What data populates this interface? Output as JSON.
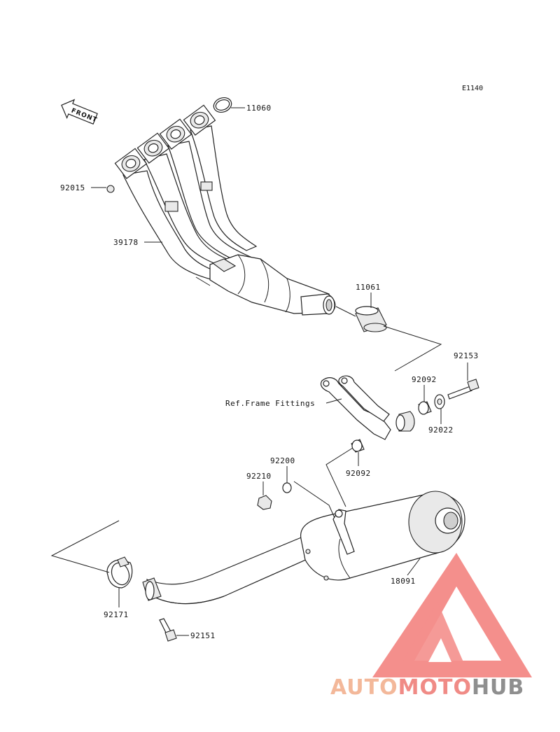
{
  "diagram": {
    "code": "E1140",
    "front_label": "FRONT",
    "ref_label": "Ref.Frame Fittings",
    "parts": [
      {
        "id": "p-11060",
        "number": "11060"
      },
      {
        "id": "p-92015",
        "number": "92015"
      },
      {
        "id": "p-39178",
        "number": "39178"
      },
      {
        "id": "p-11061",
        "number": "11061"
      },
      {
        "id": "p-92153",
        "number": "92153"
      },
      {
        "id": "p-92092a",
        "number": "92092"
      },
      {
        "id": "p-92022",
        "number": "92022"
      },
      {
        "id": "p-92092b",
        "number": "92092"
      },
      {
        "id": "p-92200",
        "number": "92200"
      },
      {
        "id": "p-92210",
        "number": "92210"
      },
      {
        "id": "p-18091",
        "number": "18091"
      },
      {
        "id": "p-92171",
        "number": "92171"
      },
      {
        "id": "p-92151",
        "number": "92151"
      }
    ]
  },
  "watermark": {
    "part1": "AUTO",
    "part2": "MOTO",
    "part3": "HUB",
    "colors": {
      "auto": "#f3b89a",
      "moto": "#f08b86",
      "hub": "#8f8f8f",
      "logo": "#f37c78"
    }
  }
}
